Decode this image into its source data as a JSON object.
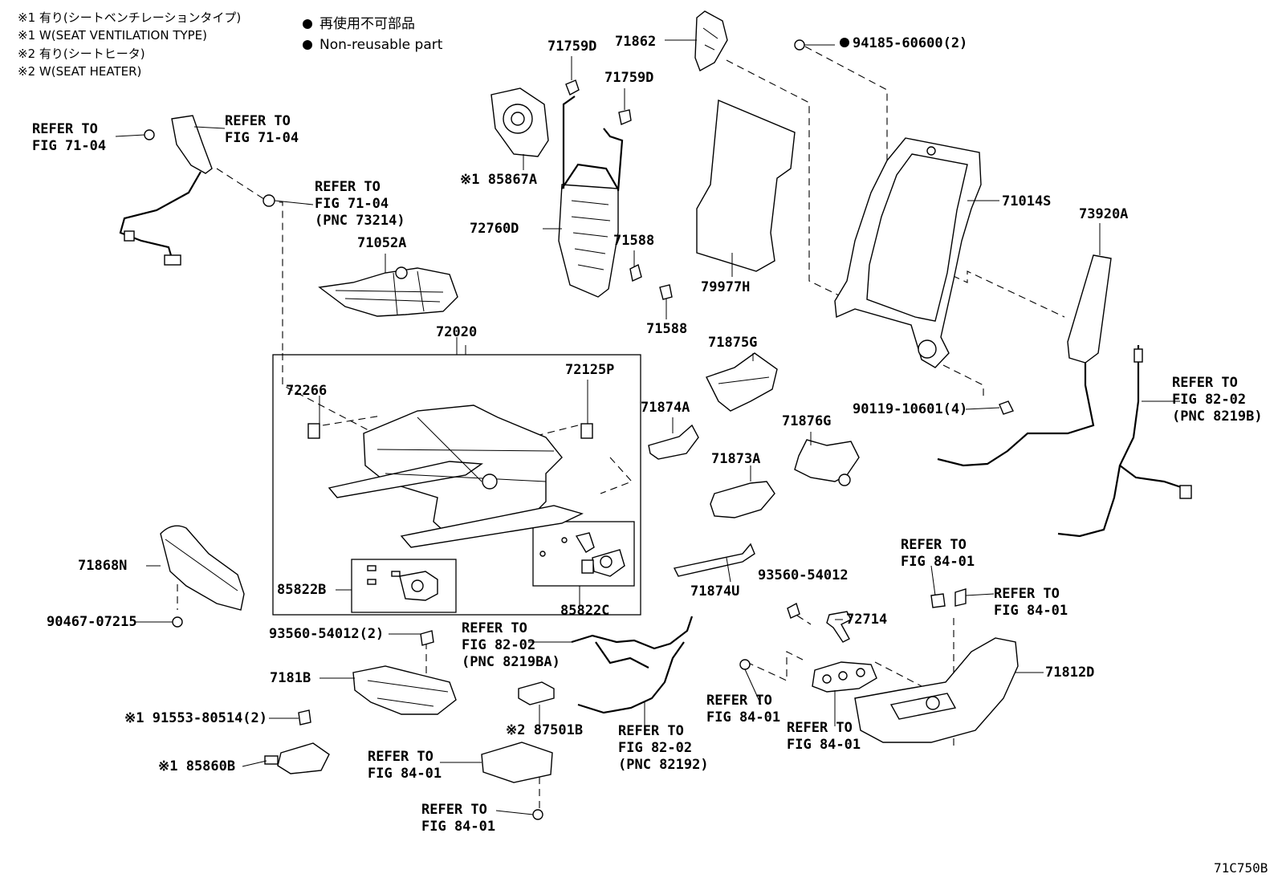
{
  "legend": {
    "line1": "※1 有り(シートベンチレーションタイプ)",
    "line2": "※1 W(SEAT VENTILATION TYPE)",
    "line3": "※2 有り(シートヒータ)",
    "line4": "※2 W(SEAT HEATER)",
    "nonreuse_ja": "再使用不可部品",
    "nonreuse_en": "Non-reusable part"
  },
  "diagram_code": "71C750B",
  "parts": {
    "p71759D_a": "71759D",
    "p71759D_b": "71759D",
    "p71862": "71862",
    "p94185": "94185-60600(2)",
    "p85867A": "※1 85867A",
    "p72760D": "72760D",
    "p71588_a": "71588",
    "p71588_b": "71588",
    "p79977H": "79977H",
    "p71014S": "71014S",
    "p73920A": "73920A",
    "p71052A": "71052A",
    "p72020": "72020",
    "p72266": "72266",
    "p72125P": "72125P",
    "p71875G": "71875G",
    "p71874A": "71874A",
    "p71876G": "71876G",
    "p71873A": "71873A",
    "p90119": "90119-10601(4)",
    "p71868N": "71868N",
    "p90467": "90467-07215",
    "p85822B": "85822B",
    "p85822C": "85822C",
    "p71874U": "71874U",
    "p93560_a": "93560-54012",
    "p72714": "72714",
    "p93560_b": "93560-54012(2)",
    "p7181B": "7181B",
    "p91553": "※1 91553-80514(2)",
    "p85860B": "※1 85860B",
    "p87501B": "※2 87501B",
    "p71812D": "71812D"
  },
  "refs": {
    "r1": [
      "REFER TO",
      "FIG 71-04"
    ],
    "r2": [
      "REFER TO",
      "FIG 71-04"
    ],
    "r3": [
      "REFER TO",
      "FIG 71-04",
      "(PNC 73214)"
    ],
    "r4": [
      "REFER TO",
      "FIG 82-02",
      "(PNC 8219B)"
    ],
    "r5": [
      "REFER TO",
      "FIG 82-02",
      "(PNC 8219BA)"
    ],
    "r6": [
      "REFER TO",
      "FIG 84-01"
    ],
    "r7": [
      "REFER TO",
      "FIG 84-01"
    ],
    "r8": [
      "REFER TO",
      "FIG 82-02",
      "(PNC 82192)"
    ],
    "r9": [
      "REFER TO",
      "FIG 84-01"
    ],
    "r10": [
      "REFER TO",
      "FIG 84-01"
    ],
    "r11": [
      "REFER TO",
      "FIG 84-01"
    ],
    "r12": [
      "REFER TO",
      "FIG 84-01"
    ]
  }
}
